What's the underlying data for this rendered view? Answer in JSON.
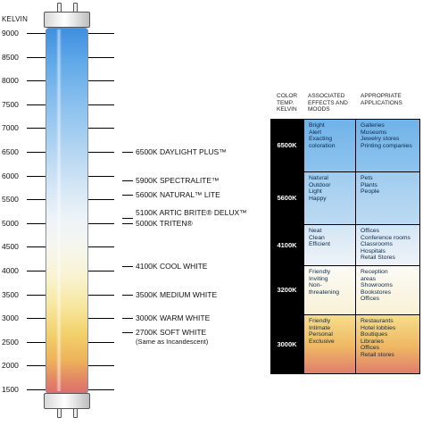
{
  "scale": {
    "title": "KELVIN",
    "ticks": [
      {
        "label": "9000",
        "value": 9000
      },
      {
        "label": "8500",
        "value": 8500
      },
      {
        "label": "8000",
        "value": 8000
      },
      {
        "label": "7500",
        "value": 7500
      },
      {
        "label": "7000",
        "value": 7000
      },
      {
        "label": "6500",
        "value": 6500
      },
      {
        "label": "6000",
        "value": 6000
      },
      {
        "label": "5500",
        "value": 5500
      },
      {
        "label": "5000",
        "value": 5000
      },
      {
        "label": "4500",
        "value": 4500
      },
      {
        "label": "4000",
        "value": 4000
      },
      {
        "label": "3500",
        "value": 3500
      },
      {
        "label": "3000",
        "value": 3000
      },
      {
        "label": "2500",
        "value": 2500
      },
      {
        "label": "2000",
        "value": 2000
      },
      {
        "label": "1500",
        "value": 1500
      }
    ]
  },
  "lamps": [
    {
      "label": "6500K DAYLIGHT PLUS™",
      "value": 6500
    },
    {
      "label": "5900K SPECTRALITE™",
      "value": 5900
    },
    {
      "label": "5600K NATURAL™ LITE",
      "value": 5600
    },
    {
      "label": "5100K ARTIC BRITE® DELUX™",
      "value": 5100
    },
    {
      "label": "5000K TRITEN®",
      "value": 5000
    },
    {
      "label": "4100K COOL WHITE",
      "value": 4100
    },
    {
      "label": "3500K MEDIUM WHITE",
      "value": 3500
    },
    {
      "label": "3000K WARM WHITE",
      "value": 3000
    },
    {
      "label": "2700K SOFT WHITE",
      "value": 2700,
      "note": "(Same as Incandescent)"
    }
  ],
  "table": {
    "headers": {
      "color_temp": [
        "COLOR",
        "TEMP.",
        "KELVIN"
      ],
      "effects": [
        "ASSOCIATED",
        "EFFECTS AND",
        "MOODS"
      ],
      "applications": [
        "APPROPRIATE",
        "APPLICATIONS"
      ]
    },
    "rows": [
      {
        "kelvin": "6500K",
        "effects": [
          "Bright",
          "Alert",
          "Exacting",
          "coloration"
        ],
        "applications": [
          "Galleries",
          "Museums",
          "Jewelry stores",
          "Printing companies"
        ],
        "color": "#79b9ea"
      },
      {
        "kelvin": "5600K",
        "effects": [
          "Natural",
          "Outdoor",
          "Light",
          "Happy"
        ],
        "applications": [
          "Pets",
          "Plants",
          "People"
        ],
        "color": "#a9d2f1"
      },
      {
        "kelvin": "4100K",
        "effects": [
          "Neat",
          "Clean",
          "Efficient"
        ],
        "applications": [
          "Offices",
          "Conference rooms",
          "Classrooms",
          "Hospitals",
          "Retail Stores"
        ],
        "color": "#dde9f4"
      },
      {
        "kelvin": "3200K",
        "effects": [
          "Friendly",
          "Inviting",
          "Non-",
          "threatening"
        ],
        "applications": [
          "Reception",
          "areas",
          "Showrooms",
          "Bookstores",
          "Offices"
        ],
        "color": "#fbf8ec"
      },
      {
        "kelvin": "3000K",
        "effects": [
          "Friendly",
          "Intimate",
          "Personal",
          "Exclusive"
        ],
        "applications": [
          "Restaurants",
          "Hotel lobbies",
          "Boutiques",
          "Libraries",
          "Offices",
          "Retail stores"
        ],
        "color": "#f3c56c"
      }
    ]
  }
}
